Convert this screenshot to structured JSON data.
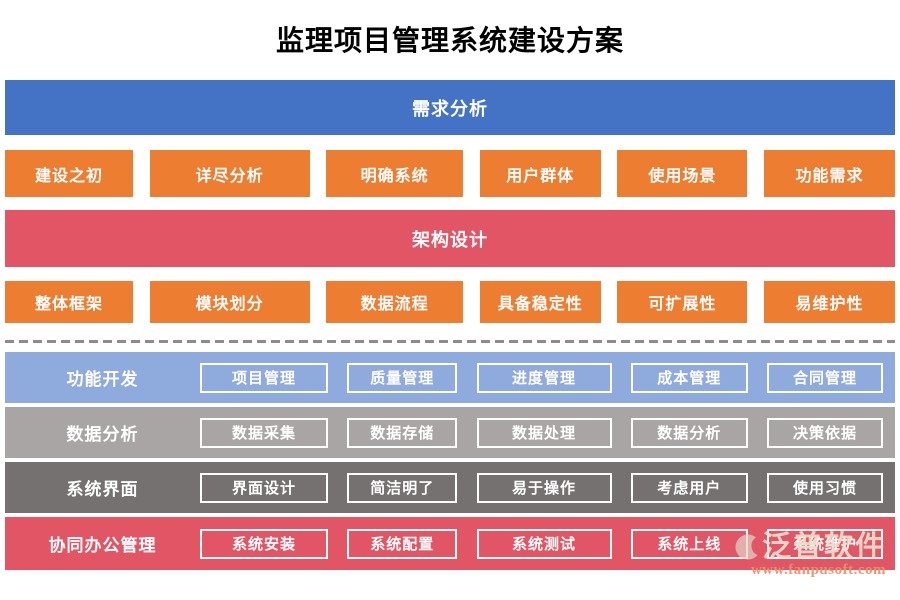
{
  "title": "监理项目管理系统建设方案",
  "sections": {
    "requirements": {
      "banner": "需求分析",
      "items": [
        "建设之初",
        "详尽分析",
        "明确系统",
        "用户群体",
        "使用场景",
        "功能需求"
      ]
    },
    "architecture": {
      "banner": "架构设计",
      "items": [
        "整体框架",
        "模块划分",
        "数据流程",
        "具备稳定性",
        "可扩展性",
        "易维护性"
      ]
    },
    "rows": [
      {
        "label": "功能开发",
        "color": "#8FAADC",
        "items": [
          "项目管理",
          "质量管理",
          "进度管理",
          "成本管理",
          "合同管理"
        ]
      },
      {
        "label": "数据分析",
        "color": "#AAA5A5",
        "items": [
          "数据采集",
          "数据存储",
          "数据处理",
          "数据分析",
          "决策依据"
        ]
      },
      {
        "label": "系统界面",
        "color": "#767171",
        "items": [
          "界面设计",
          "简洁明了",
          "易于操作",
          "考虑用户",
          "使用习惯"
        ]
      },
      {
        "label": "协同办公管理",
        "color": "#E25565",
        "items": [
          "系统安装",
          "系统配置",
          "系统测试",
          "系统上线",
          "系统维护"
        ]
      }
    ]
  },
  "watermark": {
    "brand": "泛普软件",
    "url": "www.fanpusoft.com"
  },
  "colors": {
    "banner_blue": "#4472C4",
    "accent_orange": "#ED7D31",
    "accent_red": "#E25565",
    "row_blue": "#8FAADC",
    "row_gray_light": "#AAA5A5",
    "row_gray_dark": "#767171",
    "watermark_orange": "#E4926E"
  }
}
